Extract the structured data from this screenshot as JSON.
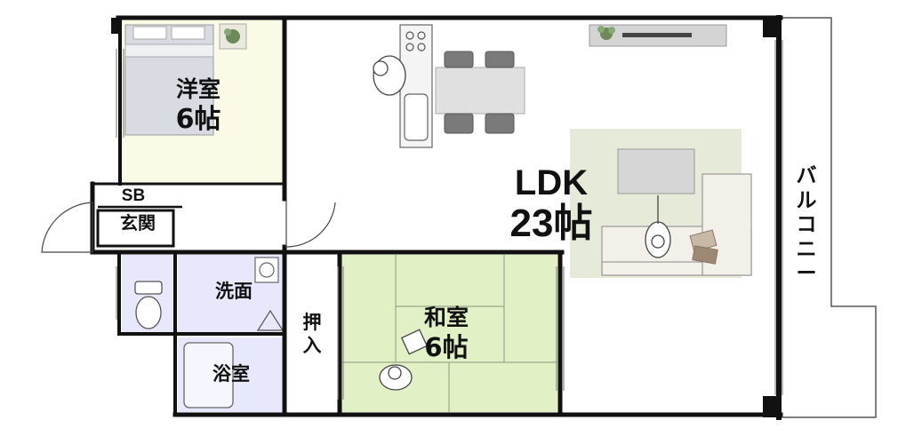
{
  "rooms": {
    "western_room": {
      "name": "洋室",
      "size": "6帖"
    },
    "shoe_box": {
      "name": "SB"
    },
    "entrance": {
      "name": "玄関"
    },
    "ldk": {
      "name": "LDK",
      "size": "23帖"
    },
    "washroom": {
      "name": "洗面"
    },
    "bathroom": {
      "name": "浴室"
    },
    "closet": {
      "name": "押入"
    },
    "japanese_room": {
      "name": "和室",
      "size": "6帖"
    },
    "balcony": {
      "name": "バルコニー"
    }
  },
  "colors": {
    "wall": "#111111",
    "western_floor": "#fafae6",
    "washroom_floor": "#e8e8fc",
    "bath_floor": "#e8e8fc",
    "tatami": "#e2f0c6",
    "ldk_floor": "#ffffff",
    "rug": "#e6ead8",
    "bed": "#d8dce2",
    "sofa": "#f3f0ea",
    "table": "#e0e0e0"
  }
}
